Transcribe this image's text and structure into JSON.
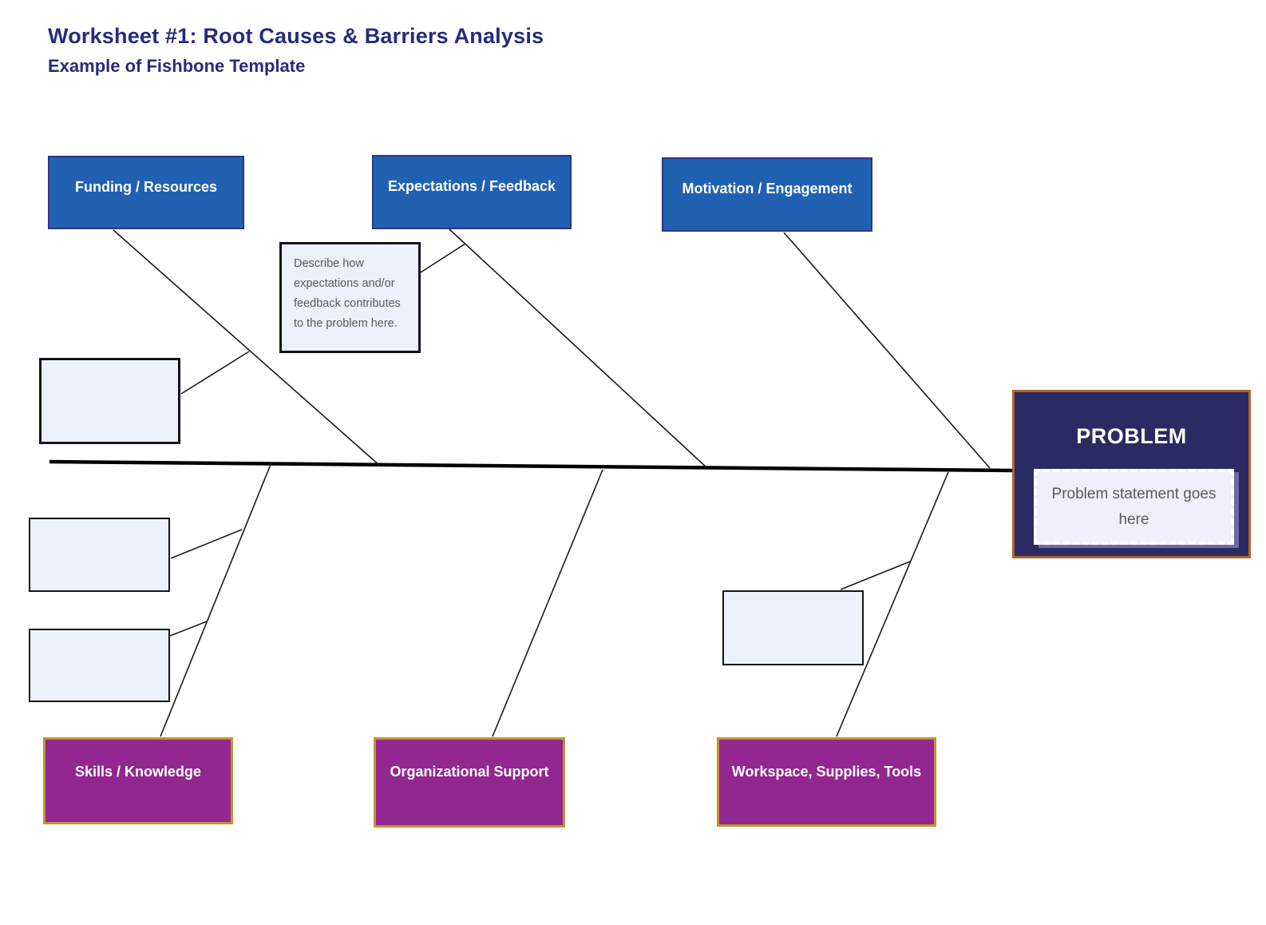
{
  "page": {
    "title": "Worksheet #1: Root Causes & Barriers Analysis",
    "subtitle": "Example of Fishbone Template"
  },
  "diagram_type": "fishbone",
  "categories": {
    "top": [
      {
        "label": "Funding / Resources"
      },
      {
        "label": "Expectations / Feedback"
      },
      {
        "label": "Motivation / Engagement"
      }
    ],
    "bottom": [
      {
        "label": "Skills / Knowledge"
      },
      {
        "label": "Organizational Support"
      },
      {
        "label": "Workspace, Supplies, Tools"
      }
    ]
  },
  "notes": {
    "expectations_note": "Describe how expectations and/or feedback contributes to the problem here."
  },
  "problem": {
    "heading": "PROBLEM",
    "placeholder": "Problem statement goes here"
  },
  "empty_cause_boxes_count": 4,
  "colors": {
    "title_text": "#252c7d",
    "category_blue_fill": "#2161b2",
    "category_blue_border": "#2c3580",
    "category_purple_fill": "#92278f",
    "category_purple_border": "#c09430",
    "problem_fill": "#2b2b63",
    "problem_border": "#b4622f",
    "note_fill": "#edf1fb",
    "note_text": "#595959",
    "line_color": "#1a1a1a",
    "label_text": "#ffffff"
  }
}
